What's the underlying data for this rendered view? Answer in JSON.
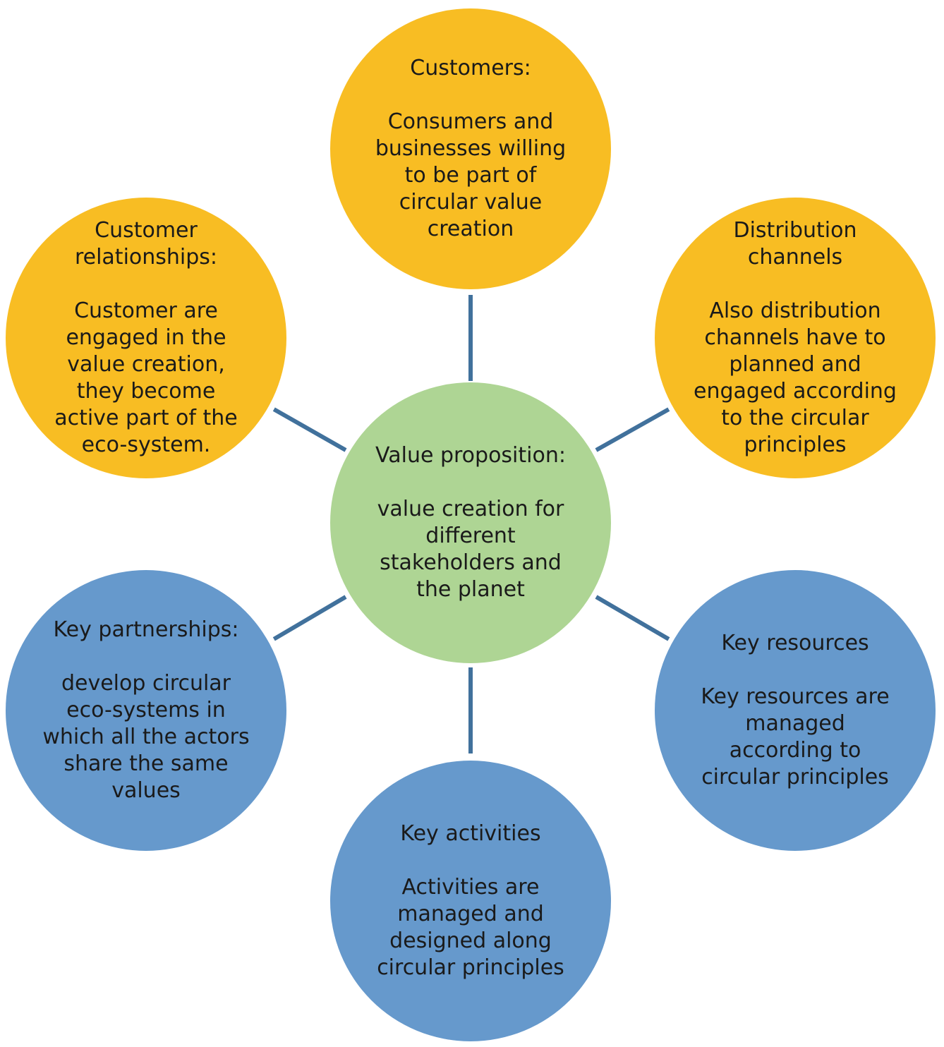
{
  "colors": {
    "customer_side": "#f8bd23",
    "center": "#aed594",
    "infrastructure_side": "#6699cc",
    "connector": "#41719c"
  },
  "nodes": {
    "value_proposition": {
      "text": "Value proposition:\n\nvalue creation for\ndifferent\nstakeholders and\nthe planet"
    },
    "customers": {
      "text": "Customers:\n\nConsumers and\nbusinesses willing\nto be  part of\ncircular value\ncreation"
    },
    "distribution_channels": {
      "text": "Distribution\nchannels\n\nAlso distribution\nchannels have to\nplanned and\nengaged according\nto the circular\nprinciples"
    },
    "key_resources": {
      "text": "Key resources\n\nKey resources  are\nmanaged\naccording to\ncircular principles"
    },
    "key_activities": {
      "text": "Key activities\n\nActivities are\nmanaged  and\ndesigned along\ncircular principles"
    },
    "key_partnerships": {
      "text": "Key partnerships:\n\ndevelop circular\neco-systems in\nwhich all the actors\nshare the same\nvalues"
    },
    "customer_relationships": {
      "text": "Customer\nrelationships:\n\nCustomer are\nengaged in the\nvalue creation,\nthey become\nactive part of the\neco-system."
    }
  }
}
